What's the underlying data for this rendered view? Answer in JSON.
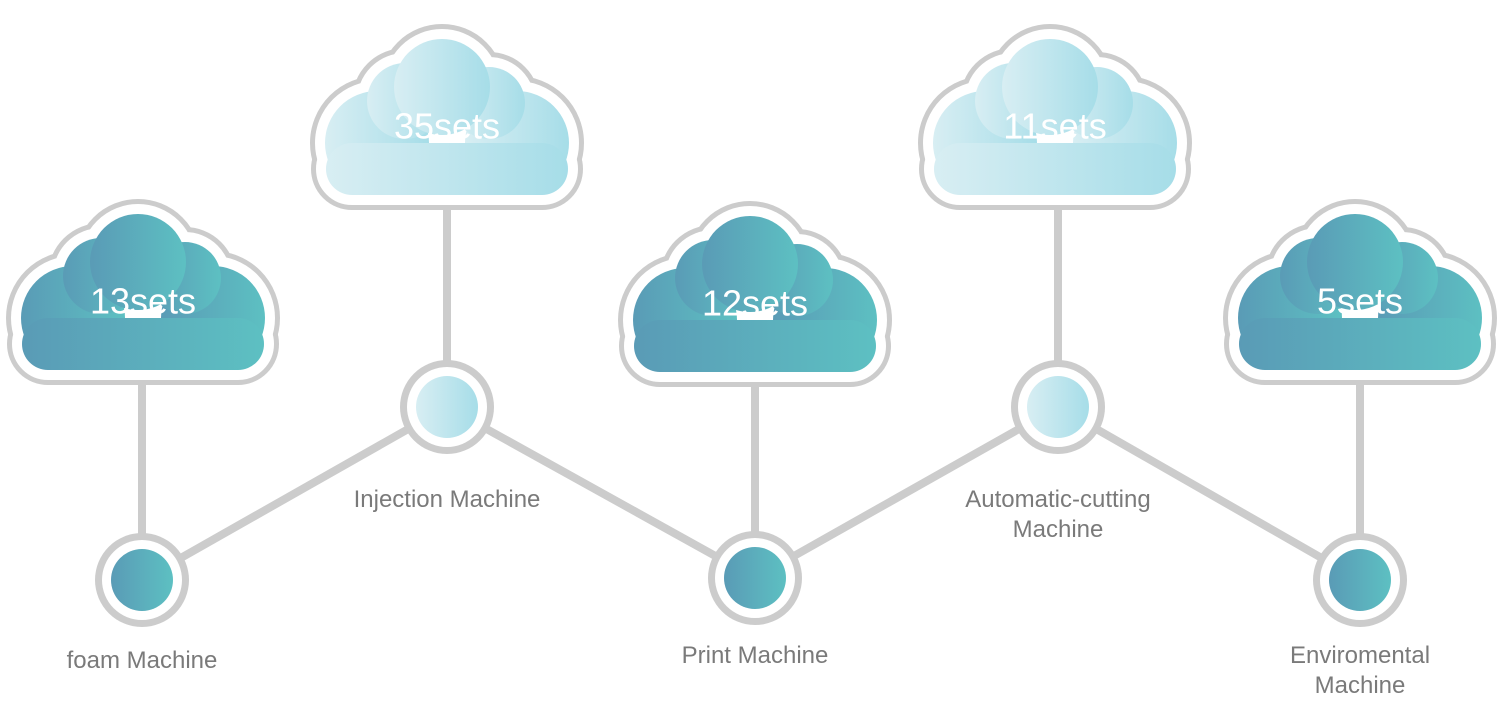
{
  "colors": {
    "outline": "#cccccc",
    "dark_start": "#5a9bb6",
    "dark_end": "#5dc0c2",
    "light_start": "#d8eef3",
    "light_end": "#a6dde8",
    "label_text": "#7a7a7a",
    "value_text": "#ffffff"
  },
  "nodes": [
    {
      "id": "foam",
      "value": "13sets",
      "label_lines": [
        "foam Machine"
      ],
      "tone": "dark"
    },
    {
      "id": "injection",
      "value": "35sets",
      "label_lines": [
        "Injection Machine"
      ],
      "tone": "light"
    },
    {
      "id": "print",
      "value": "12sets",
      "label_lines": [
        "Print Machine"
      ],
      "tone": "dark"
    },
    {
      "id": "automatic-cutting",
      "value": "11sets",
      "label_lines": [
        "Automatic-cutting",
        "Machine"
      ],
      "tone": "light"
    },
    {
      "id": "enviromental",
      "value": "5sets",
      "label_lines": [
        "Enviromental",
        "Machine"
      ],
      "tone": "dark"
    }
  ]
}
